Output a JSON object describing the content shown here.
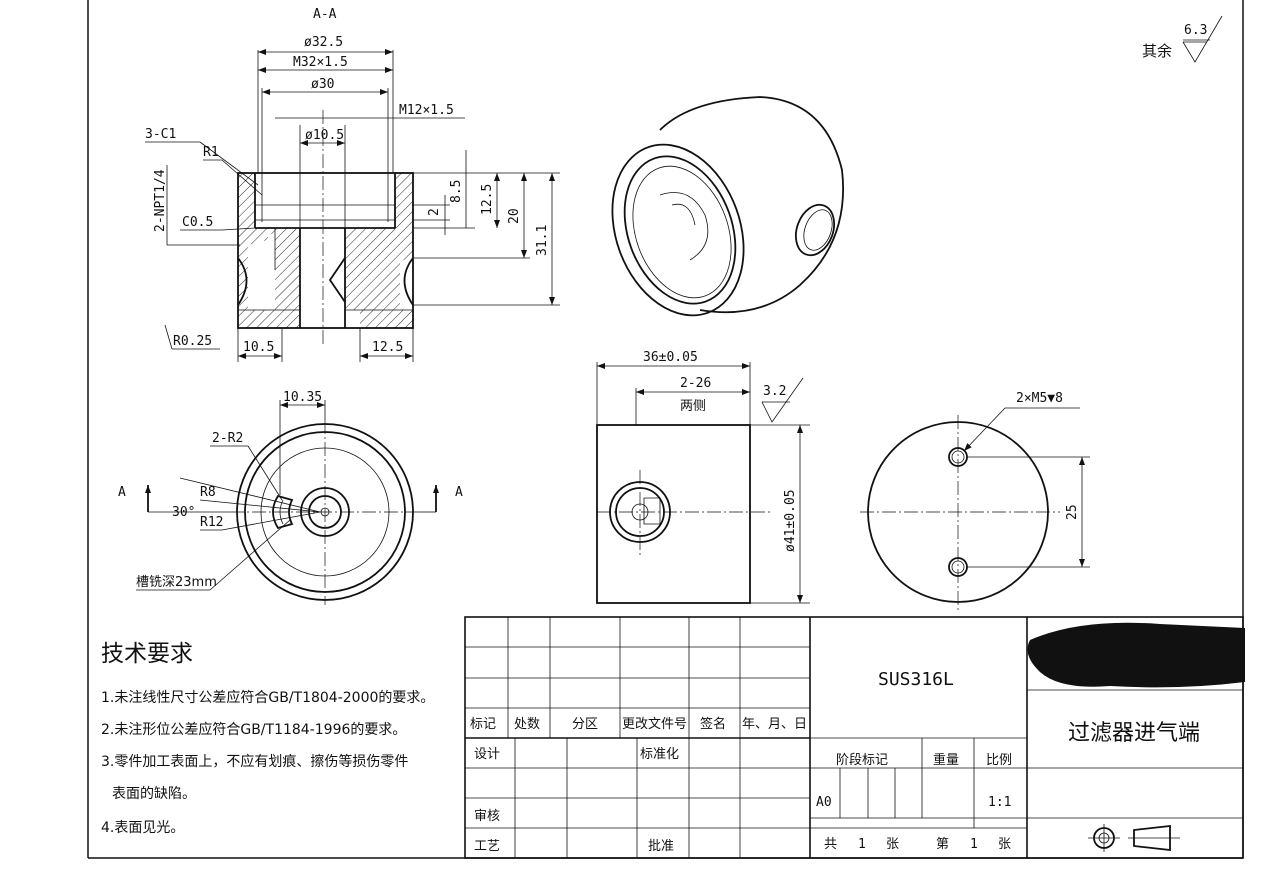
{
  "section_label": "A-A",
  "section_arrow_label": "A",
  "surface_finish": {
    "other_label": "其余",
    "other_value": "6.3",
    "side_value": "3.2"
  },
  "section_dims": {
    "d_outer": "ø32.5",
    "thread_major": "M32×1.5",
    "d_30": "ø30",
    "thread_minor": "M12×1.5",
    "d_inner": "ø10.5",
    "chamfer_count": "3-C1",
    "fillet": "R1",
    "npt": "2-NPT1/4",
    "chamfer_small": "C0.5",
    "fillet_small": "R0.25",
    "w_left": "10.5",
    "w_right": "12.5",
    "h_2": "2",
    "h_8_5": "8.5",
    "h_12_5": "12.5",
    "h_20": "20",
    "h_31_1": "31.1"
  },
  "top_view": {
    "dim_10_35": "10.35",
    "r2": "2-R2",
    "r8": "R8",
    "r12": "R12",
    "angle": "30°",
    "slot_note": "槽铣深23mm"
  },
  "side_view": {
    "length": "36±0.05",
    "flat": "2-26",
    "flat_note": "两侧",
    "dia": "ø41±0.05"
  },
  "end_view": {
    "holes": "2×M5▼8",
    "spacing": "25"
  },
  "tech_req": {
    "title": "技术要求",
    "items": [
      "1.未注线性尺寸公差应符合GB/T1804-2000的要求。",
      "2.未注形位公差应符合GB/T1184-1996的要求。",
      "3.零件加工表面上，不应有划痕、擦伤等损伤零件",
      "表面的缺陷。",
      "4.表面见光。"
    ]
  },
  "title_block": {
    "rev_headers": [
      "标记",
      "处数",
      "分区",
      "更改文件号",
      "签名",
      "年、月、日"
    ],
    "design": "设计",
    "standard": "标准化",
    "review": "审核",
    "process": "工艺",
    "approve": "批准",
    "material": "SUS316L",
    "stage_mark": "阶段标记",
    "weight": "重量",
    "scale_label": "比例",
    "stage_value": "A0",
    "scale_value": "1:1",
    "sheets_total_label": "共",
    "sheets_total": "1",
    "sheet_unit": "张",
    "sheet_label": "第",
    "sheet_no": "1",
    "part_name": "过滤器进气端"
  }
}
